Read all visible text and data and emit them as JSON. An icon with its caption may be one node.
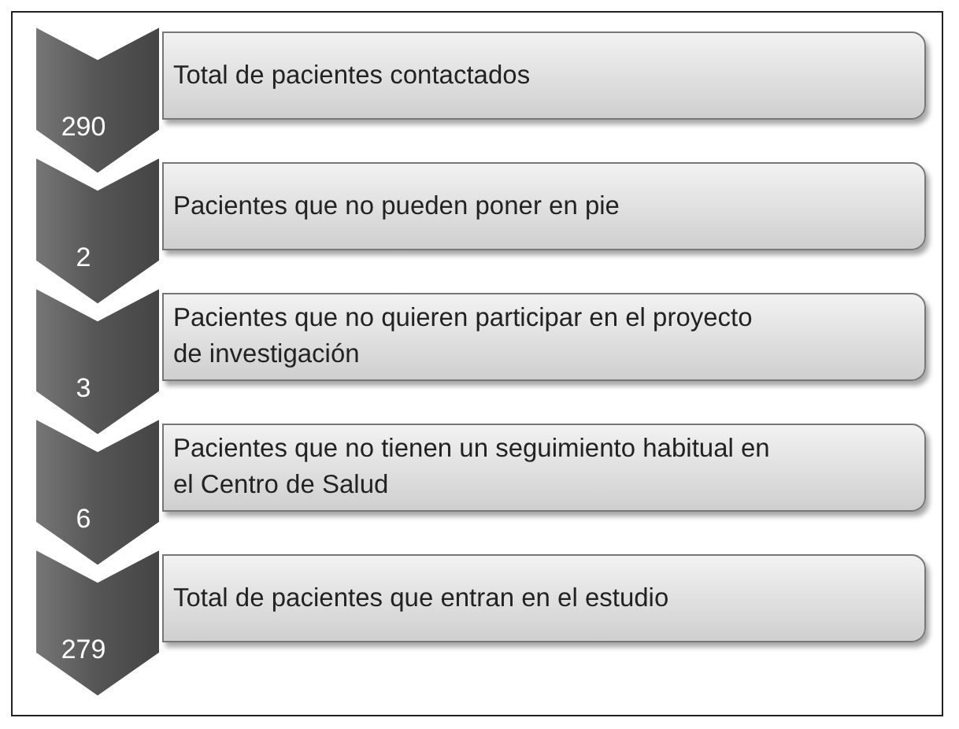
{
  "diagram": {
    "nodes": [
      {
        "text": [
          "290"
        ]
      },
      {
        "text": [
          "Total de pacientes contactados"
        ]
      },
      {
        "text": [
          "2"
        ]
      },
      {
        "text": [
          "Pacientes que no pueden poner en pie"
        ]
      },
      {
        "text": [
          "3"
        ]
      },
      {
        "text": [
          "Pacientes que no quieren participar en el proyecto de investigación"
        ]
      },
      {
        "text": [
          "6"
        ]
      },
      {
        "text": [
          "Pacientes que no tienen un seguimiento habitual en el Centro de Salud"
        ]
      },
      {
        "text": [
          "279"
        ]
      },
      {
        "text": [
          "Total de pacientes que entran en el estudio"
        ]
      }
    ]
  }
}
